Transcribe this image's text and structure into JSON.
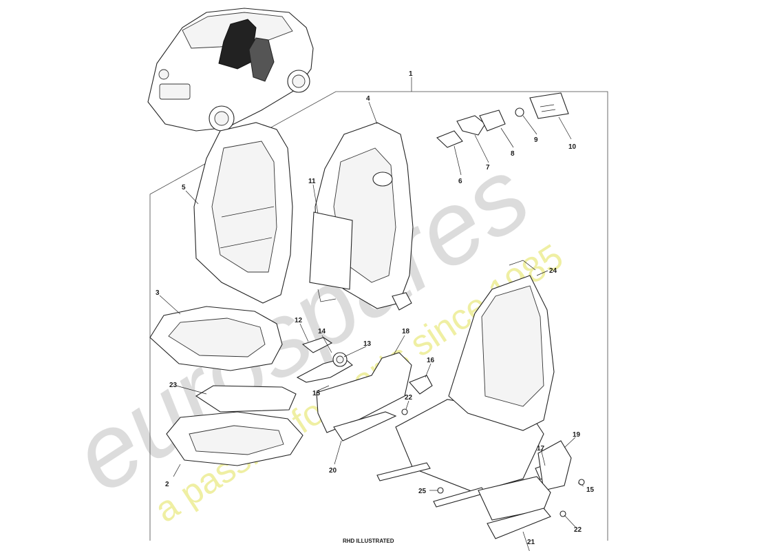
{
  "caption": "RHD ILLUSTRATED",
  "watermark": {
    "brand": "eurospares",
    "tagline": "a passion for parts since 1985",
    "brand_color": "#d9d9d9",
    "tagline_color": "#eeee9a"
  },
  "callouts": [
    {
      "id": "1",
      "label": "1"
    },
    {
      "id": "2",
      "label": "2"
    },
    {
      "id": "3",
      "label": "3"
    },
    {
      "id": "4",
      "label": "4"
    },
    {
      "id": "5",
      "label": "5"
    },
    {
      "id": "6",
      "label": "6"
    },
    {
      "id": "7",
      "label": "7"
    },
    {
      "id": "8",
      "label": "8"
    },
    {
      "id": "9",
      "label": "9"
    },
    {
      "id": "10",
      "label": "10"
    },
    {
      "id": "11",
      "label": "11"
    },
    {
      "id": "12",
      "label": "12"
    },
    {
      "id": "13",
      "label": "13"
    },
    {
      "id": "14",
      "label": "14"
    },
    {
      "id": "15a",
      "label": "15"
    },
    {
      "id": "15b",
      "label": "15"
    },
    {
      "id": "16",
      "label": "16"
    },
    {
      "id": "17",
      "label": "17"
    },
    {
      "id": "18",
      "label": "18"
    },
    {
      "id": "19",
      "label": "19"
    },
    {
      "id": "20",
      "label": "20"
    },
    {
      "id": "21",
      "label": "21"
    },
    {
      "id": "22a",
      "label": "22"
    },
    {
      "id": "22b",
      "label": "22"
    },
    {
      "id": "23",
      "label": "23"
    },
    {
      "id": "24",
      "label": "24"
    },
    {
      "id": "25",
      "label": "25"
    }
  ]
}
